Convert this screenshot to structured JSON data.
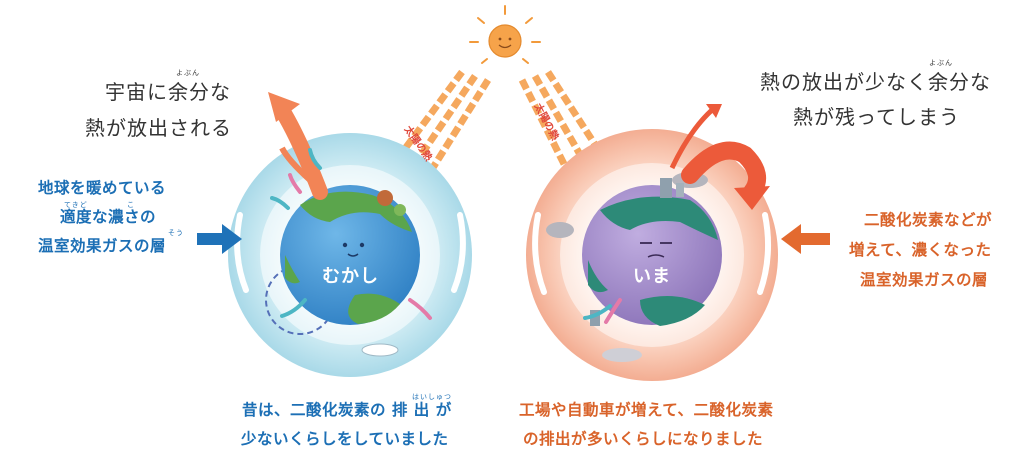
{
  "left": {
    "top_text": [
      "宇宙に余分な",
      "熱が放出される"
    ],
    "top_ruby": "よぶん",
    "side_text": [
      "地球を暖めている",
      "適度な濃さの",
      "温室効果ガスの層"
    ],
    "side_ruby": [
      "てきど",
      "こ",
      "そう"
    ],
    "bottom_text": [
      "昔は、二酸化炭素の 排 出 が",
      "少ないくらしをしていました"
    ],
    "bottom_ruby": "はいしゅつ",
    "globe_label": "むかし",
    "sun_label": "太陽の熱"
  },
  "right": {
    "top_text": [
      "熱の放出が少なく余分な",
      "熱が残ってしまう"
    ],
    "top_ruby": "よぶん",
    "side_text": [
      "二酸化炭素などが",
      "増えて、濃くなった",
      "温室効果ガスの層"
    ],
    "bottom_text": [
      "工場や自動車が増えて、二酸化炭素",
      "の排出が多いくらしになりました"
    ],
    "globe_label": "いま",
    "sun_label": "太陽の熱"
  },
  "colors": {
    "blue_text": "#1c6fb5",
    "orange_text": "#d9632a",
    "left_atmosphere": "#aedbe9",
    "right_atmosphere": "#f6b59d",
    "left_globe": "#3b8fd1",
    "right_globe": "#a48cc8",
    "sun": "#f49a3a"
  }
}
